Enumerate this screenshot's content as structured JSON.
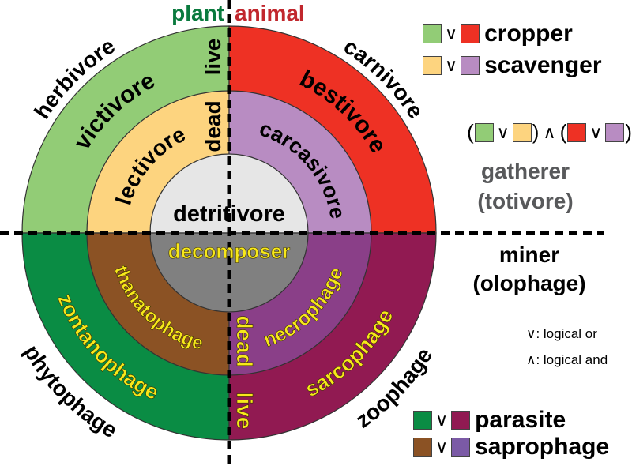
{
  "colors": {
    "herb_live": "#92cc76",
    "herb_dead": "#fdd47f",
    "carn_live": "#ee3124",
    "carn_dead": "#b88cc2",
    "phyto_live": "#0a8c44",
    "phyto_dead": "#8b5224",
    "zoo_live": "#911a52",
    "zoo_dead": "#8a3f88",
    "saprophage_swatch": "#7b5aa6",
    "detritivore": "#e6e6e6",
    "decomposer": "#808080",
    "plant": "#0a7a3e",
    "animal": "#c1272d",
    "yellow_text": "#f7e81a",
    "gray_text": "#58595b"
  },
  "axis": {
    "plant": "plant",
    "animal": "animal",
    "live_top": "live",
    "dead_top": "dead",
    "dead_bottom": "dead",
    "live_bottom": "live"
  },
  "outer": {
    "herbivore": "herbivore",
    "carnivore": "carnivore",
    "phytophage": "phytophage",
    "zoophage": "zoophage"
  },
  "rings": {
    "victivore": "victivore",
    "bestivore": "bestivore",
    "lectivore": "lectivore",
    "carcasivore": "carcasivore",
    "zontanophage": "zontanophage",
    "sarcophage": "sarcophage",
    "thanatophage": "thanatophage",
    "necrophage": "necrophage"
  },
  "core": {
    "detritivore": "detritivore",
    "decomposer": "decomposer"
  },
  "legend": {
    "or_symbol": "∨",
    "and_symbol": "∧",
    "open_paren": "(",
    "close_paren": ")",
    "cropper": "cropper",
    "scavenger": "scavenger",
    "gatherer": "gatherer",
    "totivore": "(totivore)",
    "miner": "miner",
    "olophage": "(olophage)",
    "or_note": "∨: logical or",
    "and_note": "∧: logical and",
    "parasite": "parasite",
    "saprophage": "saprophage"
  }
}
